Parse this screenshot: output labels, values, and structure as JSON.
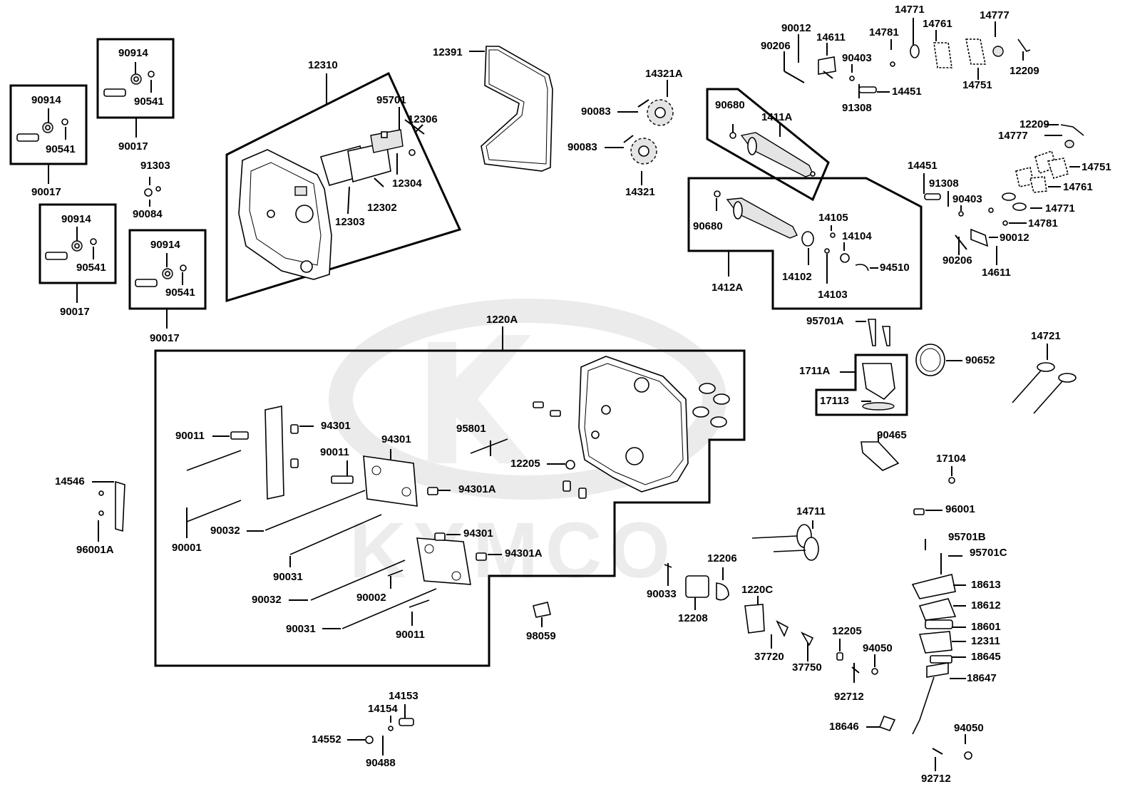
{
  "watermark": {
    "brand": "KYMCO",
    "logo_letter": "K"
  },
  "labels": [
    {
      "id": "l1",
      "text": "90914"
    },
    {
      "id": "l2",
      "text": "90541"
    },
    {
      "id": "l3",
      "text": "90017"
    },
    {
      "id": "l4",
      "text": "90914"
    },
    {
      "id": "l5",
      "text": "90541"
    },
    {
      "id": "l6",
      "text": "90017"
    },
    {
      "id": "l7",
      "text": "91303"
    },
    {
      "id": "l8",
      "text": "90084"
    },
    {
      "id": "l9",
      "text": "90914"
    },
    {
      "id": "l10",
      "text": "90541"
    },
    {
      "id": "l11",
      "text": "90017"
    },
    {
      "id": "l12",
      "text": "90914"
    },
    {
      "id": "l13",
      "text": "90541"
    },
    {
      "id": "l14",
      "text": "90017"
    },
    {
      "id": "l15",
      "text": "12310"
    },
    {
      "id": "l16",
      "text": "95701"
    },
    {
      "id": "l17",
      "text": "12306"
    },
    {
      "id": "l18",
      "text": "12304"
    },
    {
      "id": "l19",
      "text": "12302"
    },
    {
      "id": "l20",
      "text": "12303"
    },
    {
      "id": "l21",
      "text": "12391"
    },
    {
      "id": "l22",
      "text": "14321A"
    },
    {
      "id": "l23",
      "text": "90083"
    },
    {
      "id": "l24",
      "text": "90083"
    },
    {
      "id": "l25",
      "text": "14321"
    },
    {
      "id": "l26",
      "text": "90012"
    },
    {
      "id": "l27",
      "text": "90206"
    },
    {
      "id": "l28",
      "text": "14611"
    },
    {
      "id": "l29",
      "text": "14781"
    },
    {
      "id": "l30",
      "text": "90403"
    },
    {
      "id": "l31",
      "text": "91308"
    },
    {
      "id": "l32",
      "text": "14451"
    },
    {
      "id": "l33",
      "text": "14771"
    },
    {
      "id": "l34",
      "text": "14761"
    },
    {
      "id": "l35",
      "text": "14751"
    },
    {
      "id": "l36",
      "text": "14777"
    },
    {
      "id": "l37",
      "text": "12209"
    },
    {
      "id": "l38",
      "text": "90680"
    },
    {
      "id": "l39",
      "text": "1411A"
    },
    {
      "id": "l40",
      "text": "90680"
    },
    {
      "id": "l41",
      "text": "14105"
    },
    {
      "id": "l42",
      "text": "14104"
    },
    {
      "id": "l43",
      "text": "94510"
    },
    {
      "id": "l44",
      "text": "14102"
    },
    {
      "id": "l45",
      "text": "14103"
    },
    {
      "id": "l46",
      "text": "1412A"
    },
    {
      "id": "l47",
      "text": "12209"
    },
    {
      "id": "l48",
      "text": "14777"
    },
    {
      "id": "l49",
      "text": "14751"
    },
    {
      "id": "l50",
      "text": "14761"
    },
    {
      "id": "l51",
      "text": "14771"
    },
    {
      "id": "l52",
      "text": "14781"
    },
    {
      "id": "l53",
      "text": "90012"
    },
    {
      "id": "l54",
      "text": "14611"
    },
    {
      "id": "l55",
      "text": "90206"
    },
    {
      "id": "l56",
      "text": "14451"
    },
    {
      "id": "l57",
      "text": "91308"
    },
    {
      "id": "l58",
      "text": "90403"
    },
    {
      "id": "l59",
      "text": "95701A"
    },
    {
      "id": "l60",
      "text": "1711A"
    },
    {
      "id": "l61",
      "text": "17113"
    },
    {
      "id": "l62",
      "text": "90652"
    },
    {
      "id": "l63",
      "text": "14721"
    },
    {
      "id": "l64",
      "text": "1220A"
    },
    {
      "id": "l65",
      "text": "90011"
    },
    {
      "id": "l66",
      "text": "94301"
    },
    {
      "id": "l67",
      "text": "94301"
    },
    {
      "id": "l68",
      "text": "95801"
    },
    {
      "id": "l69",
      "text": "90011"
    },
    {
      "id": "l70",
      "text": "12205"
    },
    {
      "id": "l71",
      "text": "94301A"
    },
    {
      "id": "l72",
      "text": "90032"
    },
    {
      "id": "l73",
      "text": "90001"
    },
    {
      "id": "l74",
      "text": "94301"
    },
    {
      "id": "l75",
      "text": "94301A"
    },
    {
      "id": "l76",
      "text": "90031"
    },
    {
      "id": "l77",
      "text": "90032"
    },
    {
      "id": "l78",
      "text": "90002"
    },
    {
      "id": "l79",
      "text": "90031"
    },
    {
      "id": "l80",
      "text": "90011"
    },
    {
      "id": "l81",
      "text": "14546"
    },
    {
      "id": "l82",
      "text": "96001A"
    },
    {
      "id": "l83",
      "text": "98059"
    },
    {
      "id": "l84",
      "text": "14153"
    },
    {
      "id": "l85",
      "text": "14154"
    },
    {
      "id": "l86",
      "text": "14552"
    },
    {
      "id": "l87",
      "text": "90488"
    },
    {
      "id": "l88",
      "text": "14711"
    },
    {
      "id": "l89",
      "text": "12206"
    },
    {
      "id": "l90",
      "text": "90033"
    },
    {
      "id": "l91",
      "text": "12208"
    },
    {
      "id": "l92",
      "text": "1220C"
    },
    {
      "id": "l93",
      "text": "37720"
    },
    {
      "id": "l94",
      "text": "37750"
    },
    {
      "id": "l95",
      "text": "12205"
    },
    {
      "id": "l96",
      "text": "94050"
    },
    {
      "id": "l97",
      "text": "92712"
    },
    {
      "id": "l98",
      "text": "18646"
    },
    {
      "id": "l99",
      "text": "90465"
    },
    {
      "id": "l100",
      "text": "17104"
    },
    {
      "id": "l101",
      "text": "96001"
    },
    {
      "id": "l102",
      "text": "95701B"
    },
    {
      "id": "l103",
      "text": "95701C"
    },
    {
      "id": "l104",
      "text": "18613"
    },
    {
      "id": "l105",
      "text": "18612"
    },
    {
      "id": "l106",
      "text": "18601"
    },
    {
      "id": "l107",
      "text": "12311"
    },
    {
      "id": "l108",
      "text": "18645"
    },
    {
      "id": "l109",
      "text": "18647"
    },
    {
      "id": "l110",
      "text": "94050"
    },
    {
      "id": "l111",
      "text": "92712"
    }
  ]
}
